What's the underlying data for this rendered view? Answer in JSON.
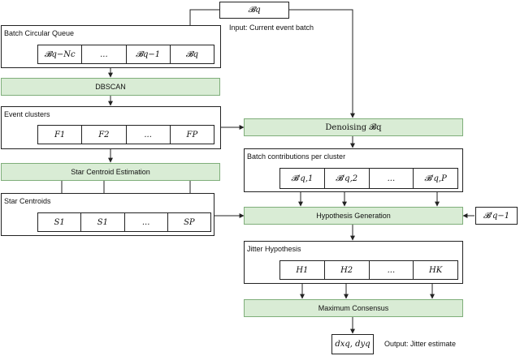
{
  "input_batch": "𝓑q",
  "input_label": "Input: Current event batch",
  "circular_queue": {
    "title": "Batch Circular Queue",
    "cells": [
      "𝓑q−Nc",
      "...",
      "𝓑q−1",
      "𝓑q"
    ]
  },
  "dbscan_label": "DBSCAN",
  "event_clusters": {
    "title": "Event clusters",
    "cells": [
      "F1",
      "F2",
      "...",
      "FP"
    ]
  },
  "star_centroid_estimation_label": "Star Centroid Estimation",
  "star_centroids": {
    "title": "Star Centroids",
    "cells": [
      "S1",
      "S1",
      "...",
      "SP"
    ]
  },
  "denoising_label": "Denoising 𝓑q",
  "batch_contributions": {
    "title": "Batch contributions per cluster",
    "cells": [
      "𝓑′q,1",
      "𝓑′q,2",
      "...",
      "𝓑′q,P"
    ]
  },
  "prev_batch": "𝓑′q−1",
  "hypothesis_generation_label": "Hypothesis Generation",
  "jitter_hypothesis": {
    "title": "Jitter Hypothesis",
    "cells": [
      "H1",
      "H2",
      "...",
      "HK"
    ]
  },
  "maximum_consensus_label": "Maximum Consensus",
  "output_value": "dxq, dyq",
  "output_label": "Output: Jitter estimate",
  "colors": {
    "process_fill": "#d9ecd5",
    "process_border": "#7fae7a",
    "line": "#222222"
  }
}
